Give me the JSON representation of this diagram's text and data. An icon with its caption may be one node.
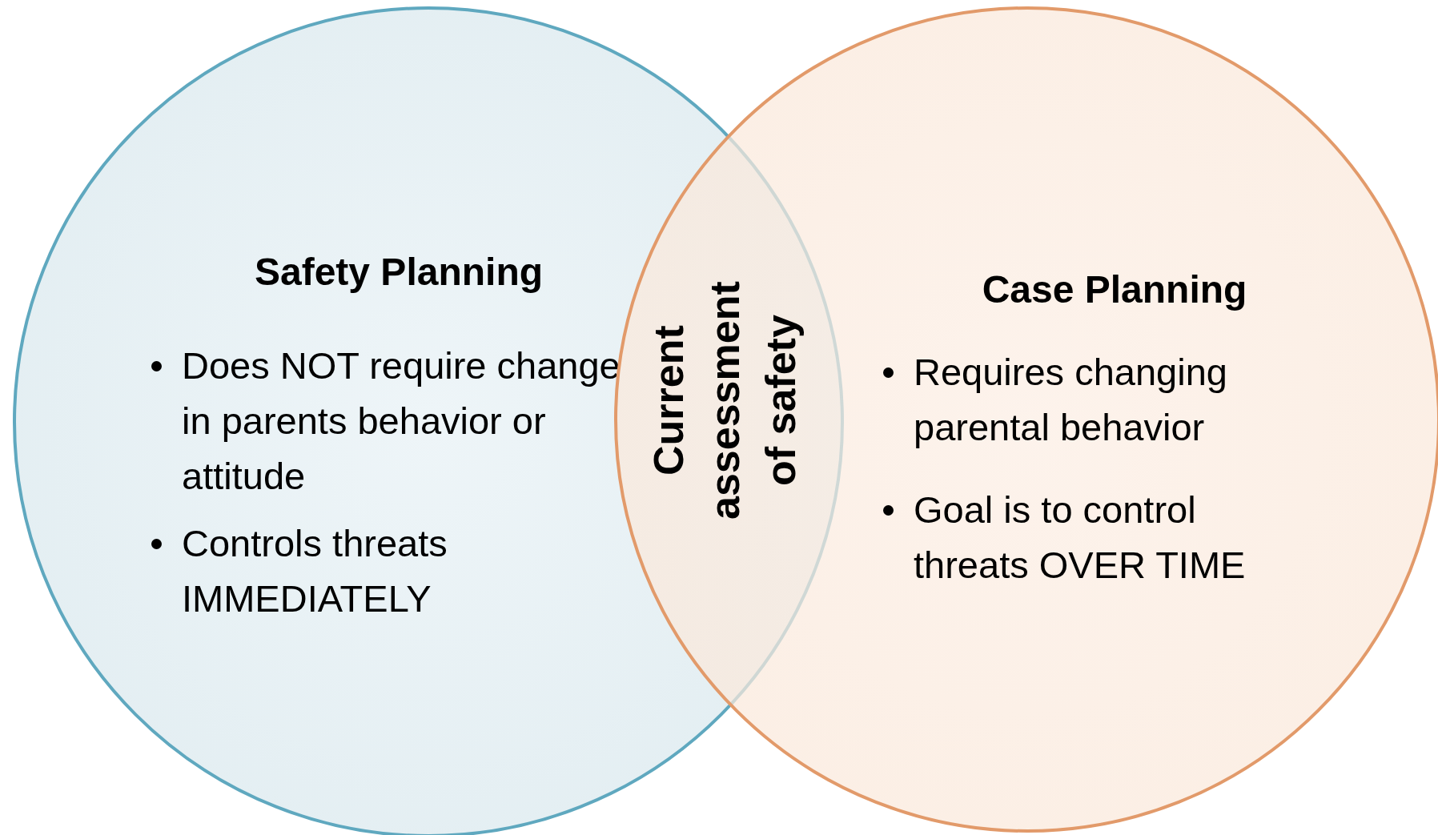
{
  "diagram": {
    "nodes": [
      {
        "text": [
          "Safety Planning",
          "Does NOT require change in parents behavior or attitude",
          "Controls threats IMMEDIATELY"
        ]
      },
      {
        "text": [
          "Case Planning",
          "Requires changing parental behavior",
          "Goal is to control threats OVER TIME"
        ]
      },
      {
        "text": [
          "Current assessment of safety"
        ]
      }
    ]
  }
}
